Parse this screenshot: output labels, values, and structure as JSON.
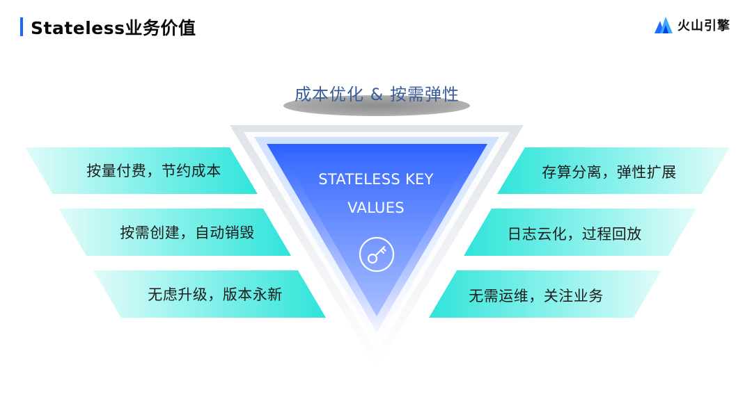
{
  "header": {
    "title": "Stateless业务价值"
  },
  "logo": {
    "text": "火山引擎",
    "icon": "mountain-logo-icon",
    "color": "#1e6bff"
  },
  "top_label": "成本优化 & 按需弹性",
  "center": {
    "line1": "STATELESS KEY",
    "line2": "VALUES",
    "icon": "key-icon"
  },
  "left_items": [
    {
      "label": "按量付费，节约成本"
    },
    {
      "label": "按需创建，自动销毁"
    },
    {
      "label": "无虑升级，版本永新"
    }
  ],
  "right_items": [
    {
      "label": "存算分离，弹性扩展"
    },
    {
      "label": "日志云化，过程回放"
    },
    {
      "label": "无需运维，关注业务"
    }
  ],
  "colors": {
    "accent": "#1a66ff",
    "band": "#3be6dc",
    "triangle_top": "#2a63ff"
  }
}
